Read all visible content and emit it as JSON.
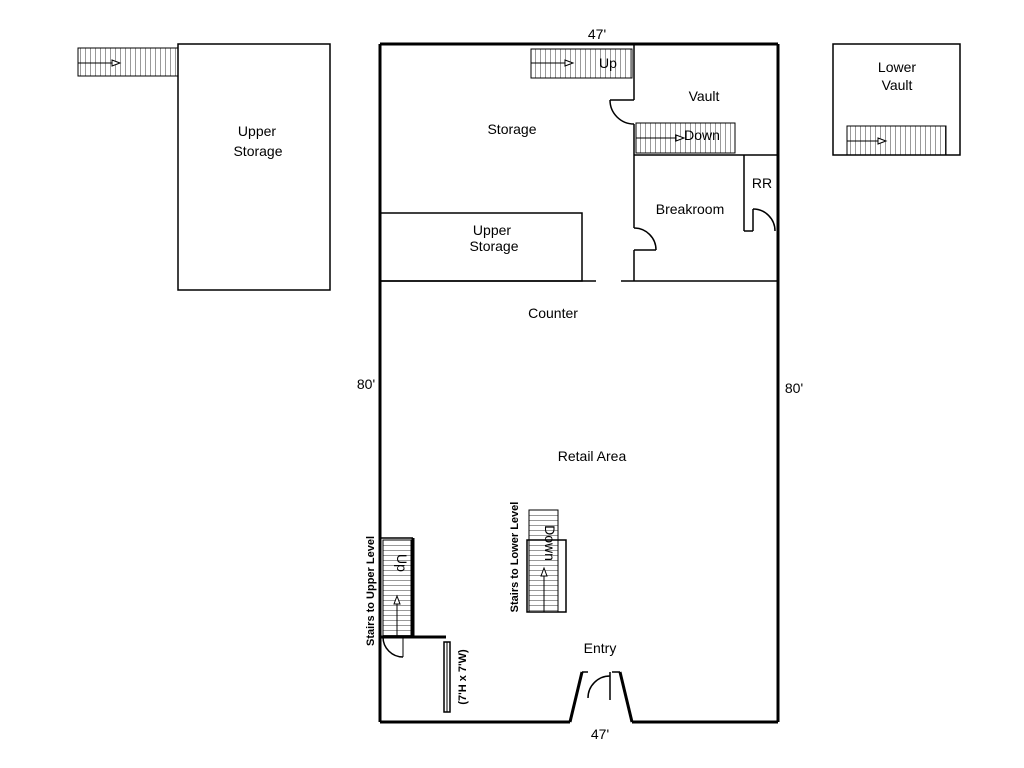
{
  "dimensions": {
    "top": "47'",
    "bottom": "47'",
    "left": "80'",
    "right": "80'"
  },
  "rooms": {
    "upper_storage_detached": [
      "Upper",
      "Storage"
    ],
    "storage": "Storage",
    "vault": "Vault",
    "breakroom": "Breakroom",
    "restroom": "RR",
    "upper_storage_inner": [
      "Upper",
      "Storage"
    ],
    "counter": "Counter",
    "retail_area": "Retail Area",
    "entry": "Entry",
    "lower_vault": [
      "Lower",
      "Vault"
    ]
  },
  "stairs": {
    "storage_up": "Up",
    "vault_down": "Down",
    "retail_down": "Down",
    "upper_level_up": "Up",
    "stairs_to_upper_label": "Stairs to Upper Level",
    "stairs_to_lower_label": "Stairs to Lower Level"
  },
  "door_note": "(7'H x 7'W)"
}
